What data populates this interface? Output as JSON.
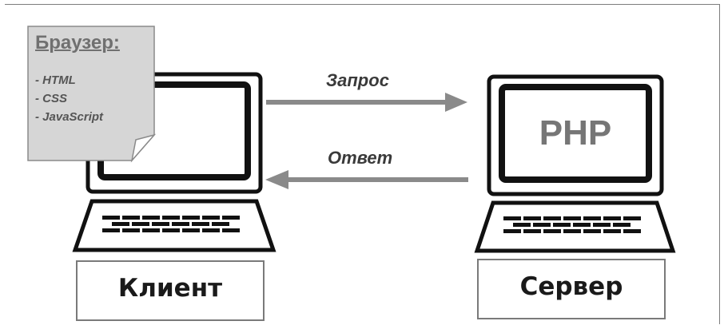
{
  "browser_note": {
    "title": "Браузер:",
    "items": [
      "- HTML",
      "- CSS",
      "- JavaScript"
    ]
  },
  "arrows": {
    "request_label": "Запрос",
    "response_label": "Ответ"
  },
  "client": {
    "caption": "Клиент"
  },
  "server": {
    "caption": "Сервер",
    "screen_text": "PHP"
  },
  "colors": {
    "arrow": "#8a8a8a",
    "outline": "#111111",
    "note_fill": "#d6d6d6"
  }
}
